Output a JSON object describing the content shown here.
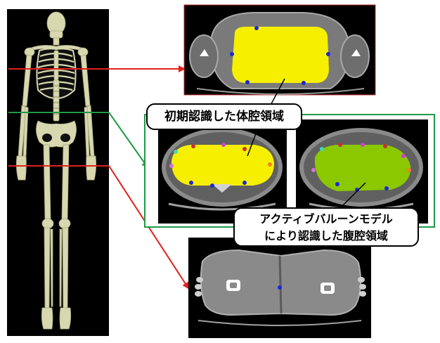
{
  "figure": {
    "callout_initial": "初期認識した体腔領域",
    "callout_balloon_line1": "アクティブバルーンモデル",
    "callout_balloon_line2": "により認識した腹腔領域"
  },
  "colors": {
    "chest_line": "#e0201c",
    "abdomen_line": "#1f9a46",
    "pelvis_line": "#e0201c",
    "initial_region": "#f6f000",
    "peritoneal_region": "#8bc800",
    "panel_frame": "#1f9a46"
  }
}
